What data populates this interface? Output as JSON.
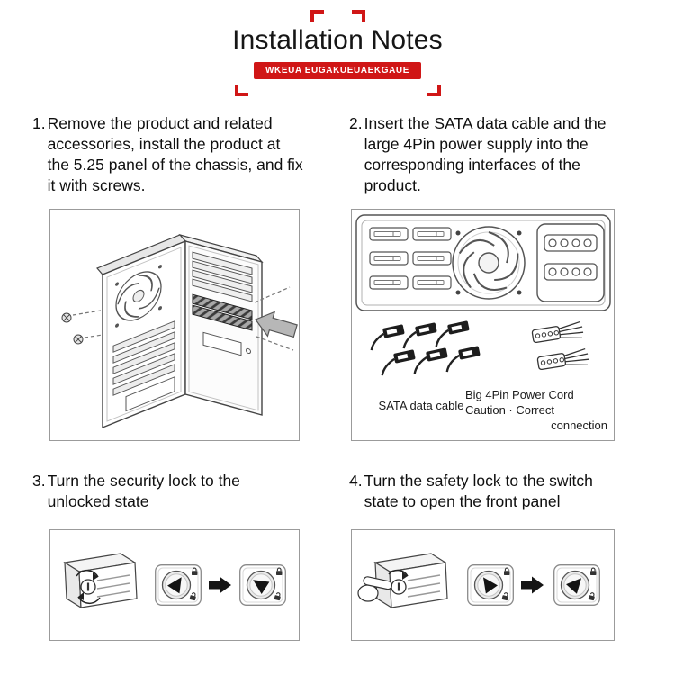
{
  "header": {
    "title": "Installation Notes",
    "banner": "WKEUA EUGAKUEUAEKGAUE"
  },
  "steps": [
    {
      "number": "1.",
      "text": "Remove the product and related accessories, install the product at the 5.25 panel of the chassis, and fix it with screws."
    },
    {
      "number": "2.",
      "text": "Insert the SATA data cable and the large 4Pin power supply into the corresponding interfaces of the product."
    },
    {
      "number": "3.",
      "text": "Turn the security lock to the unlocked state"
    },
    {
      "number": "4.",
      "text": "Turn the safety lock to the switch state to open the front panel"
    }
  ],
  "figure2_captions": {
    "sata": "SATA data cable",
    "power_line1": "Big 4Pin Power Cord",
    "power_line2": "Caution · Correct",
    "power_line3": "connection"
  },
  "colors": {
    "accent_red": "#d01616"
  }
}
